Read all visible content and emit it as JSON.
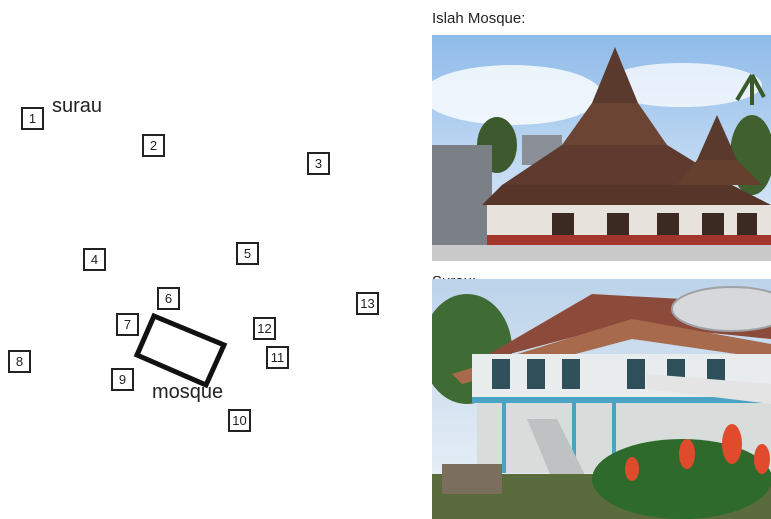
{
  "map": {
    "labels": {
      "surau": "surau",
      "mosque": "mosque"
    },
    "markers": [
      "1",
      "2",
      "3",
      "4",
      "5",
      "6",
      "7",
      "8",
      "9",
      "10",
      "11",
      "12",
      "13"
    ]
  },
  "photos": {
    "mosque": {
      "title": "Islah Mosque:",
      "icon": "mosque-photo"
    },
    "surau": {
      "title": "Surau:",
      "icon": "surau-photo"
    }
  }
}
